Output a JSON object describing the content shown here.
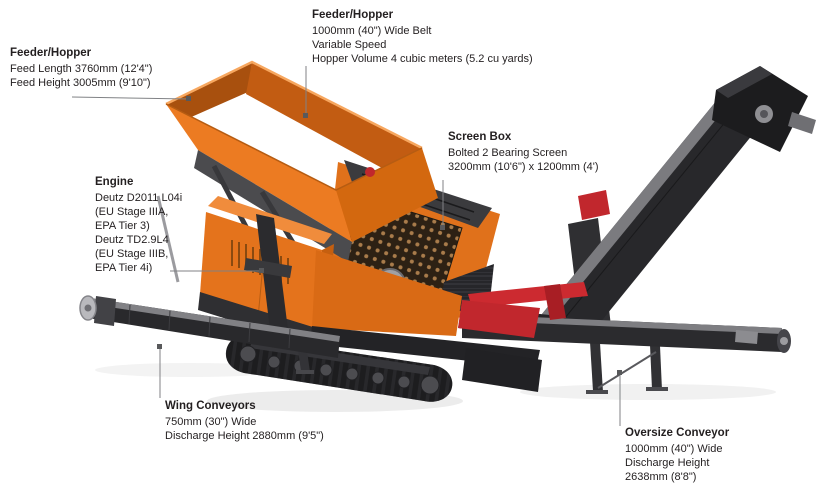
{
  "palette": {
    "machine_orange": "#E87722",
    "machine_dark_orange": "#C25C12",
    "machine_red": "#C1272D",
    "machine_dark": "#28282B",
    "machine_gray": "#8F8F93",
    "leader_gray": "#808285",
    "leader_square": "#58595B",
    "text_color": "#231F20",
    "background": "#FFFFFF"
  },
  "callouts": {
    "feeder_hopper_left": {
      "title": "Feeder/Hopper",
      "lines": [
        "Feed Length 3760mm (12'4\")",
        "Feed Height 3005mm (9'10\")"
      ]
    },
    "feeder_hopper_top": {
      "title": "Feeder/Hopper",
      "lines": [
        "1000mm (40\") Wide Belt",
        "Variable Speed",
        "Hopper Volume 4 cubic meters (5.2 cu yards)"
      ]
    },
    "screen_box": {
      "title": "Screen Box",
      "lines": [
        "Bolted 2 Bearing Screen",
        "3200mm (10'6\") x 1200mm (4')"
      ]
    },
    "engine": {
      "title": "Engine",
      "lines": [
        "Deutz D2011 L04i",
        "(EU Stage IIIA,",
        "EPA Tier 3)",
        "Deutz TD2.9L4",
        "(EU Stage IIIB,",
        "EPA Tier 4i)"
      ]
    },
    "wing_conveyors": {
      "title": "Wing Conveyors",
      "lines": [
        "750mm (30\") Wide",
        "Discharge Height 2880mm (9'5\")"
      ]
    },
    "oversize_conveyor": {
      "title": "Oversize Conveyor",
      "lines": [
        "1000mm (40\") Wide",
        "Discharge Height",
        "2638mm (8'8\")"
      ]
    }
  }
}
